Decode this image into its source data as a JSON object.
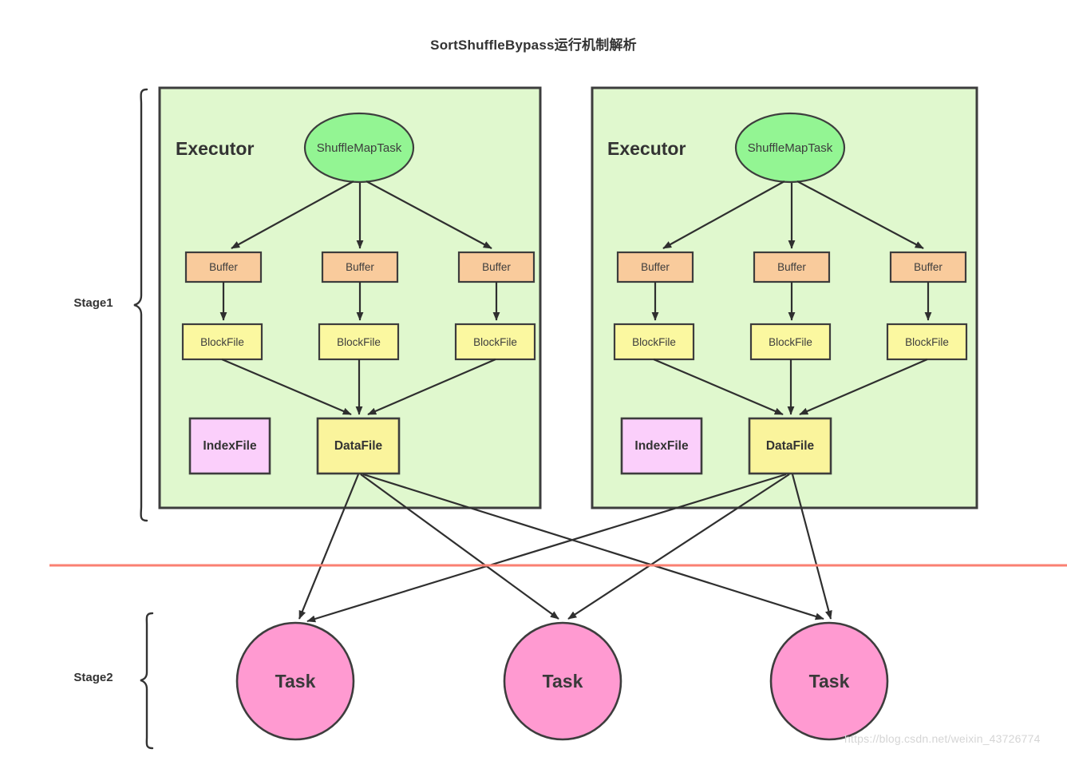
{
  "title": "SortShuffleBypass运行机制解析",
  "colors": {
    "executor_fill": "#e0f8ce",
    "executor_stroke": "#3d3d3d",
    "shufflemaptask_fill": "#93f593",
    "buffer_fill": "#f9cb9c",
    "blockfile_fill": "#fbf8a0",
    "datafile_fill": "#faf49c",
    "indexfile_fill": "#fbcffb",
    "task_fill": "#ff9ad1",
    "node_stroke": "#3d3d3d",
    "arrow": "#2f2f2f",
    "divider": "#fa8072",
    "title_text": "#333333",
    "watermark_text": "#d5d5d5"
  },
  "stages": [
    {
      "label": "Stage1"
    },
    {
      "label": "Stage2"
    }
  ],
  "executors": [
    {
      "label": "Executor",
      "shuffle_map_task": "ShuffleMapTask",
      "buffers": [
        "Buffer",
        "Buffer",
        "Buffer"
      ],
      "block_files": [
        "BlockFile",
        "BlockFile",
        "BlockFile"
      ],
      "index_file": "IndexFile",
      "data_file": "DataFile"
    },
    {
      "label": "Executor",
      "shuffle_map_task": "ShuffleMapTask",
      "buffers": [
        "Buffer",
        "Buffer",
        "Buffer"
      ],
      "block_files": [
        "BlockFile",
        "BlockFile",
        "BlockFile"
      ],
      "index_file": "IndexFile",
      "data_file": "DataFile"
    }
  ],
  "tasks": [
    {
      "label": "Task"
    },
    {
      "label": "Task"
    },
    {
      "label": "Task"
    }
  ],
  "divider": {
    "name": "stage-divider-line"
  },
  "watermark": "https://blog.csdn.net/weixin_43726774"
}
